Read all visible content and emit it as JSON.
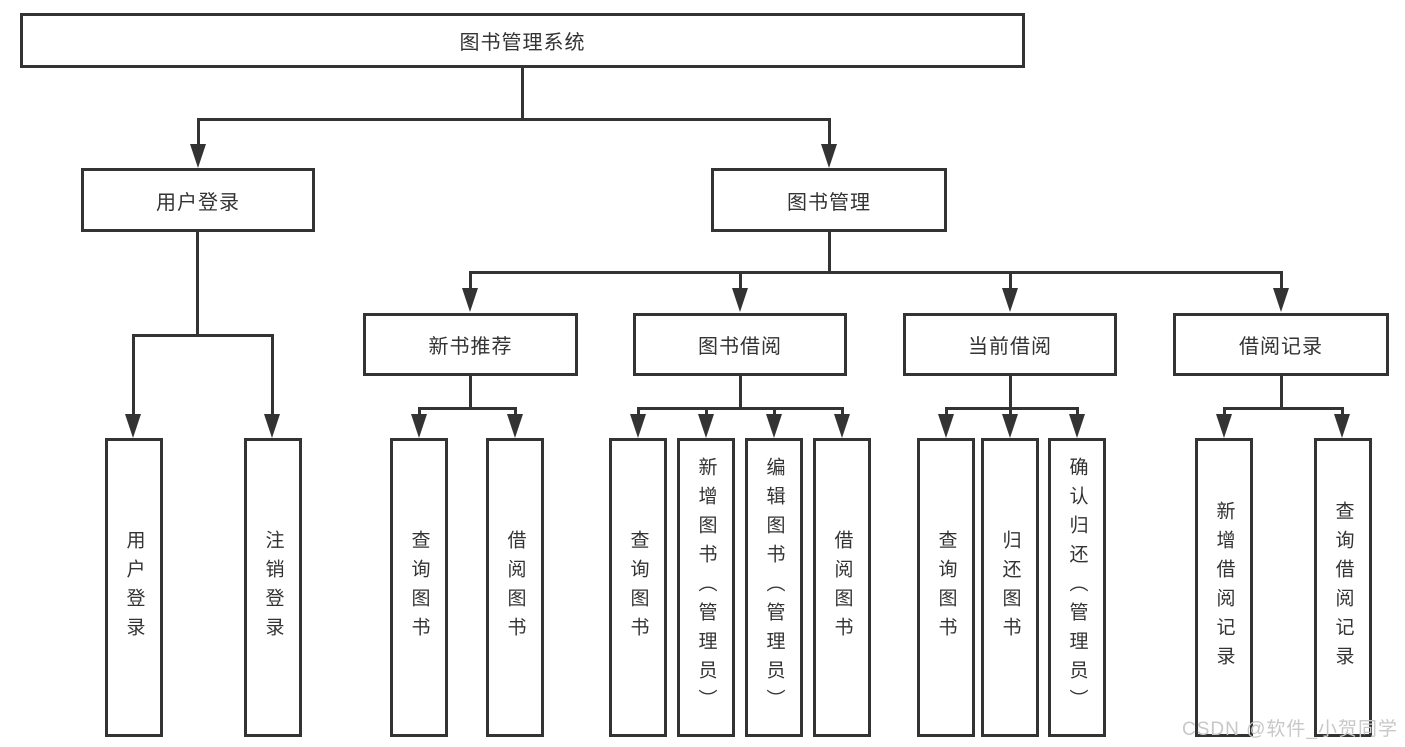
{
  "diagram_type": "hierarchy-tree",
  "tree": {
    "label": "图书管理系统",
    "children": [
      {
        "label": "用户登录",
        "children": [
          {
            "label": "用户登录"
          },
          {
            "label": "注销登录"
          }
        ]
      },
      {
        "label": "图书管理",
        "children": [
          {
            "label": "新书推荐",
            "children": [
              {
                "label": "查询图书"
              },
              {
                "label": "借阅图书"
              }
            ]
          },
          {
            "label": "图书借阅",
            "children": [
              {
                "label": "查询图书"
              },
              {
                "label": "新增图书（管理员）"
              },
              {
                "label": "编辑图书（管理员）"
              },
              {
                "label": "借阅图书"
              }
            ]
          },
          {
            "label": "当前借阅",
            "children": [
              {
                "label": "查询图书"
              },
              {
                "label": "归还图书"
              },
              {
                "label": "确认归还（管理员）"
              }
            ]
          },
          {
            "label": "借阅记录",
            "children": [
              {
                "label": "新增借阅记录"
              },
              {
                "label": "查询借阅记录"
              }
            ]
          }
        ]
      }
    ]
  },
  "watermark": {
    "text": "CSDN @软件_小贺同学"
  },
  "colors": {
    "line": "#333333",
    "text": "#333333",
    "watermark": "#c8c8c8",
    "background": "#ffffff"
  }
}
